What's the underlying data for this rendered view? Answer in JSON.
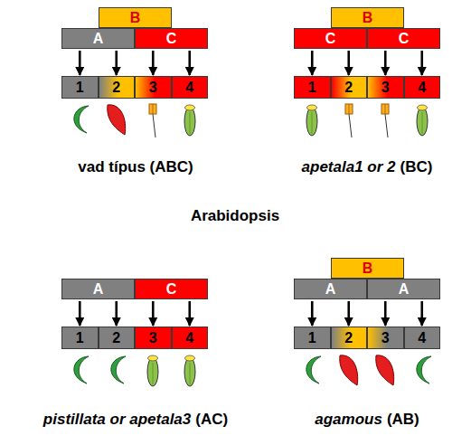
{
  "diagram": {
    "nodes": [
      {
        "text": [
          "B"
        ]
      },
      {
        "text": [
          "A"
        ]
      },
      {
        "text": [
          "C"
        ]
      },
      {
        "text": [
          "1"
        ]
      },
      {
        "text": [
          "2"
        ]
      },
      {
        "text": [
          "3"
        ]
      },
      {
        "text": [
          "4"
        ]
      },
      {
        "text": [
          "B"
        ]
      },
      {
        "text": [
          "C"
        ]
      },
      {
        "text": [
          "C"
        ]
      },
      {
        "text": [
          "1"
        ]
      },
      {
        "text": [
          "2"
        ]
      },
      {
        "text": [
          "3"
        ]
      },
      {
        "text": [
          "4"
        ]
      },
      {
        "text": [
          "A"
        ]
      },
      {
        "text": [
          "C"
        ]
      },
      {
        "text": [
          "1"
        ]
      },
      {
        "text": [
          "2"
        ]
      },
      {
        "text": [
          "3"
        ]
      },
      {
        "text": [
          "4"
        ]
      },
      {
        "text": [
          "B"
        ]
      },
      {
        "text": [
          "A"
        ]
      },
      {
        "text": [
          "A"
        ]
      },
      {
        "text": [
          "1"
        ]
      },
      {
        "text": [
          "2"
        ]
      },
      {
        "text": [
          "3"
        ]
      },
      {
        "text": [
          "4"
        ]
      }
    ],
    "edges": [
      {
        "from": 1,
        "to": 3,
        "arrow": "to"
      },
      {
        "from": 1,
        "to": 4,
        "arrow": "to"
      },
      {
        "from": 2,
        "to": 5,
        "arrow": "to"
      },
      {
        "from": 2,
        "to": 6,
        "arrow": "to"
      },
      {
        "from": 8,
        "to": 10,
        "arrow": "to"
      },
      {
        "from": 8,
        "to": 11,
        "arrow": "to"
      },
      {
        "from": 9,
        "to": 12,
        "arrow": "to"
      },
      {
        "from": 9,
        "to": 13,
        "arrow": "to"
      },
      {
        "from": 14,
        "to": 16,
        "arrow": "to"
      },
      {
        "from": 14,
        "to": 17,
        "arrow": "to"
      },
      {
        "from": 15,
        "to": 18,
        "arrow": "to"
      },
      {
        "from": 15,
        "to": 19,
        "arrow": "to"
      },
      {
        "from": 21,
        "to": 23,
        "arrow": "to"
      },
      {
        "from": 21,
        "to": 24,
        "arrow": "to"
      },
      {
        "from": 22,
        "to": 25,
        "arrow": "to"
      },
      {
        "from": 22,
        "to": 26,
        "arrow": "to"
      }
    ],
    "labels": [
      "vad típus (ABC)",
      "apetala1 or 2",
      "(BC)",
      "Arabidopsis",
      "pistillata or apetala3",
      "(AC)",
      "agamous",
      "(AB)"
    ]
  }
}
